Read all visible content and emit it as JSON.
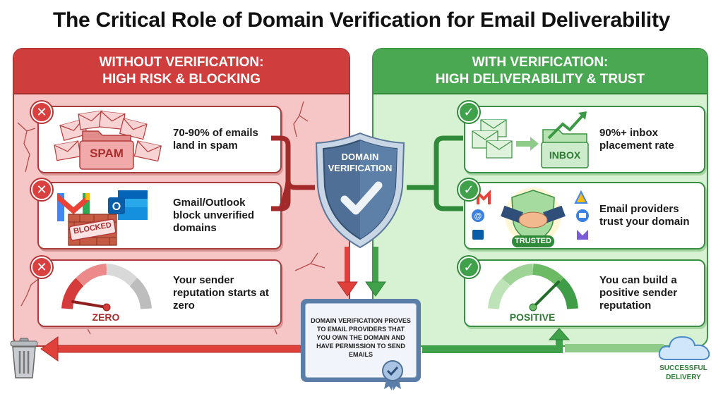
{
  "title": "The Critical Role of Domain Verification for Email Deliverability",
  "colors": {
    "red_primary": "#cf3d3d",
    "red_bg": "#f6c6c6",
    "green_primary": "#4aa852",
    "green_bg": "#d7f1d3",
    "shield_blue": "#4f6f96"
  },
  "left_panel": {
    "header_line1": "WITHOUT VERIFICATION:",
    "header_line2": "HIGH RISK & BLOCKING",
    "status_icon": "x-circle-icon",
    "items": [
      {
        "text": "70-90% of emails land in spam",
        "illustration": "spam-folder-with-envelopes",
        "label": "SPAM"
      },
      {
        "text": "Gmail/Outlook block unverified domains",
        "illustration": "gmail-outlook-brick-wall",
        "label": "BLOCKED"
      },
      {
        "text": "Your sender reputation starts at zero",
        "illustration": "gauge-low",
        "label": "ZERO"
      }
    ],
    "outcome_icon": "trash-can-icon"
  },
  "right_panel": {
    "header_line1": "WITH VERIFICATION:",
    "header_line2": "HIGH DELIVERABILITY & TRUST",
    "status_icon": "check-circle-icon",
    "items": [
      {
        "text": "90%+ inbox placement rate",
        "illustration": "envelopes-to-inbox-folder",
        "label": "INBOX"
      },
      {
        "text": "Email providers trust your domain",
        "illustration": "handshake-shield-providers",
        "label": "TRUSTED"
      },
      {
        "text": "You can build a positive sender reputation",
        "illustration": "gauge-high",
        "label": "POSITIVE"
      }
    ],
    "outcome_icon": "cloud-icon",
    "outcome_label_line1": "SUCCESSFUL",
    "outcome_label_line2": "DELIVERY"
  },
  "center": {
    "shield_line1": "DOMAIN",
    "shield_line2": "VERIFICATION",
    "certificate_text": "DOMAIN VERIFICATION PROVES TO EMAIL PROVIDERS THAT YOU OWN THE DOMAIN AND HAVE PERMISSION TO SEND EMAILS"
  }
}
